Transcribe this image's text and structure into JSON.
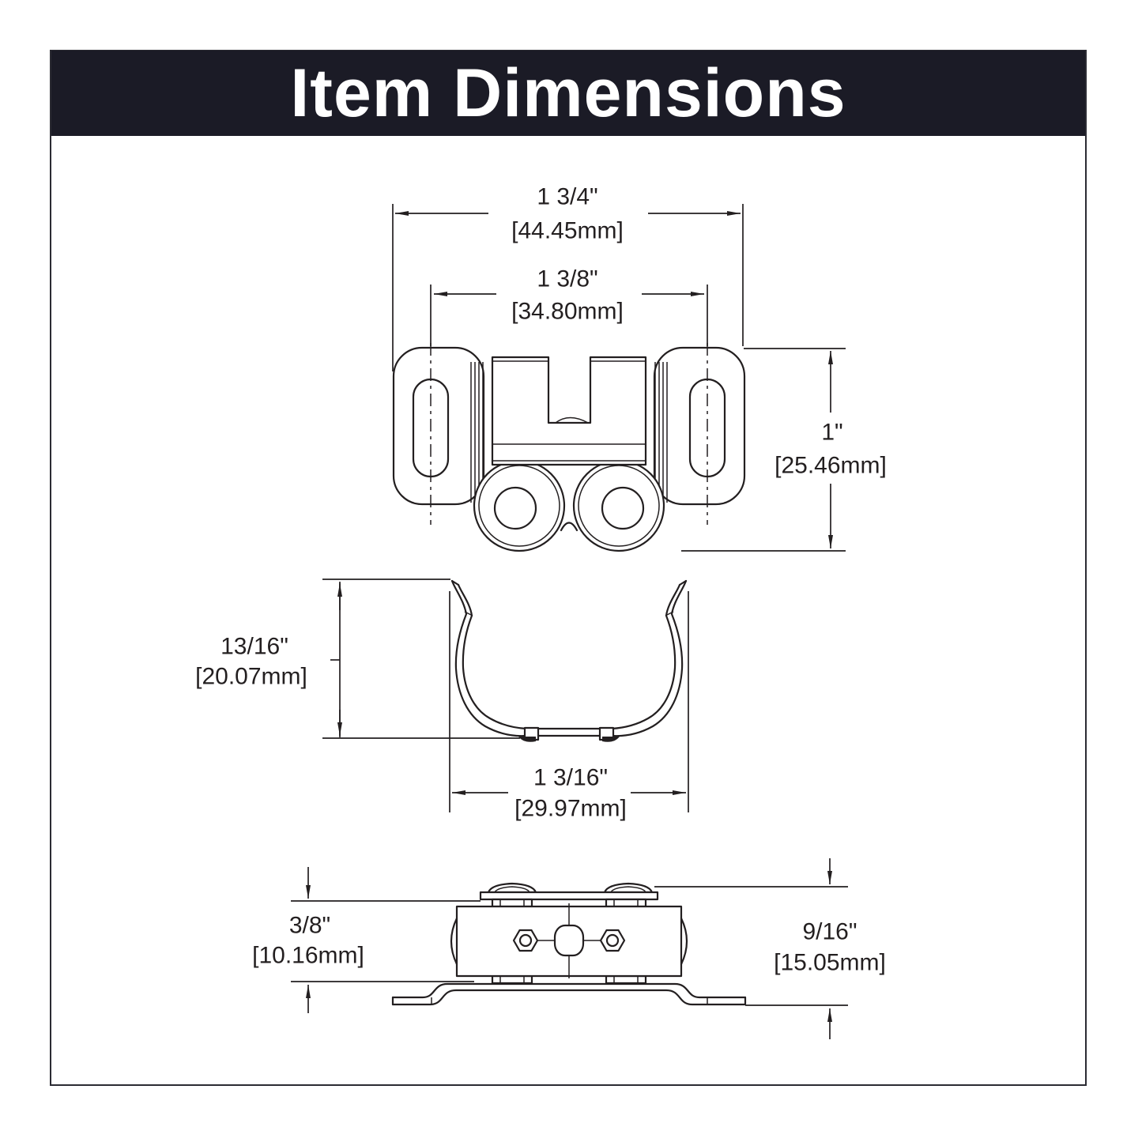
{
  "header": {
    "title": "Item Dimensions"
  },
  "front_view": {
    "overall_width_in": "1 3/4\"",
    "overall_width_mm": "[44.45mm]",
    "hole_spacing_in": "1 3/8\"",
    "hole_spacing_mm": "[34.80mm]",
    "height_in": "1\"",
    "height_mm": "[25.46mm]"
  },
  "side_view": {
    "height_in": "13/16\"",
    "height_mm": "[20.07mm]",
    "width_in": "1 3/16\"",
    "width_mm": "[29.97mm]"
  },
  "top_view": {
    "plate_depth_in": "3/8\"",
    "plate_depth_mm": "[10.16mm]",
    "overall_depth_in": "9/16\"",
    "overall_depth_mm": "[15.05mm]"
  },
  "colors": {
    "header_bg": "#1b1b26",
    "line": "#231f20",
    "background": "#ffffff"
  }
}
